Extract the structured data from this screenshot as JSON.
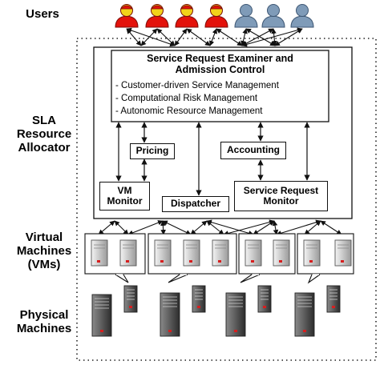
{
  "labels": {
    "users": "Users",
    "sla_line1": "SLA",
    "sla_line2": "Resource",
    "sla_line3": "Allocator",
    "vms_line1": "Virtual",
    "vms_line2": "Machines",
    "vms_line3": "(VMs)",
    "pm_line1": "Physical",
    "pm_line2": "Machines"
  },
  "examiner": {
    "title_line1": "Service Request Examiner and",
    "title_line2": "Admission Control",
    "items": [
      "- Customer-driven Service Management",
      "- Computational Risk Management",
      "- Autonomic Resource Management"
    ]
  },
  "components": {
    "pricing": "Pricing",
    "accounting": "Accounting",
    "vm_monitor_line1": "VM",
    "vm_monitor_line2": "Monitor",
    "dispatcher": "Dispatcher",
    "srm_line1": "Service Request",
    "srm_line2": "Monitor"
  },
  "icons": {
    "user_types": [
      "user-red-icon",
      "user-red-icon",
      "user-red-icon",
      "user-red-icon",
      "user-blue-icon",
      "user-blue-icon",
      "user-blue-icon"
    ],
    "vm": "virtual-machine-icon",
    "server": "physical-server-icon"
  },
  "colors": {
    "user_red": "#e3120b",
    "user_red_dark": "#7a0c08",
    "user_yellow": "#f2d21a",
    "user_blue": "#7f9bb8",
    "user_blue_dark": "#3d5673",
    "vm_body": "#d6d6d6",
    "server_body": "#5a5a5a",
    "indicator": "#d61f1f"
  }
}
